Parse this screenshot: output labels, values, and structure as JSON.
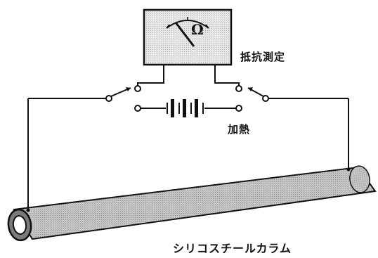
{
  "meter": {
    "symbol": "Ω",
    "label": "抵抗測定"
  },
  "battery": {
    "label": "加熱"
  },
  "column": {
    "label": "シリコスチールカラム"
  },
  "colors": {
    "line": "#111111",
    "meter_face": "#dcdcdc",
    "column_fill": "#b4b4b4",
    "column_end": "#6e6e6e"
  },
  "icons": {
    "meter": "ohmmeter-icon",
    "battery": "battery-icon",
    "switch": "switch-icon"
  }
}
